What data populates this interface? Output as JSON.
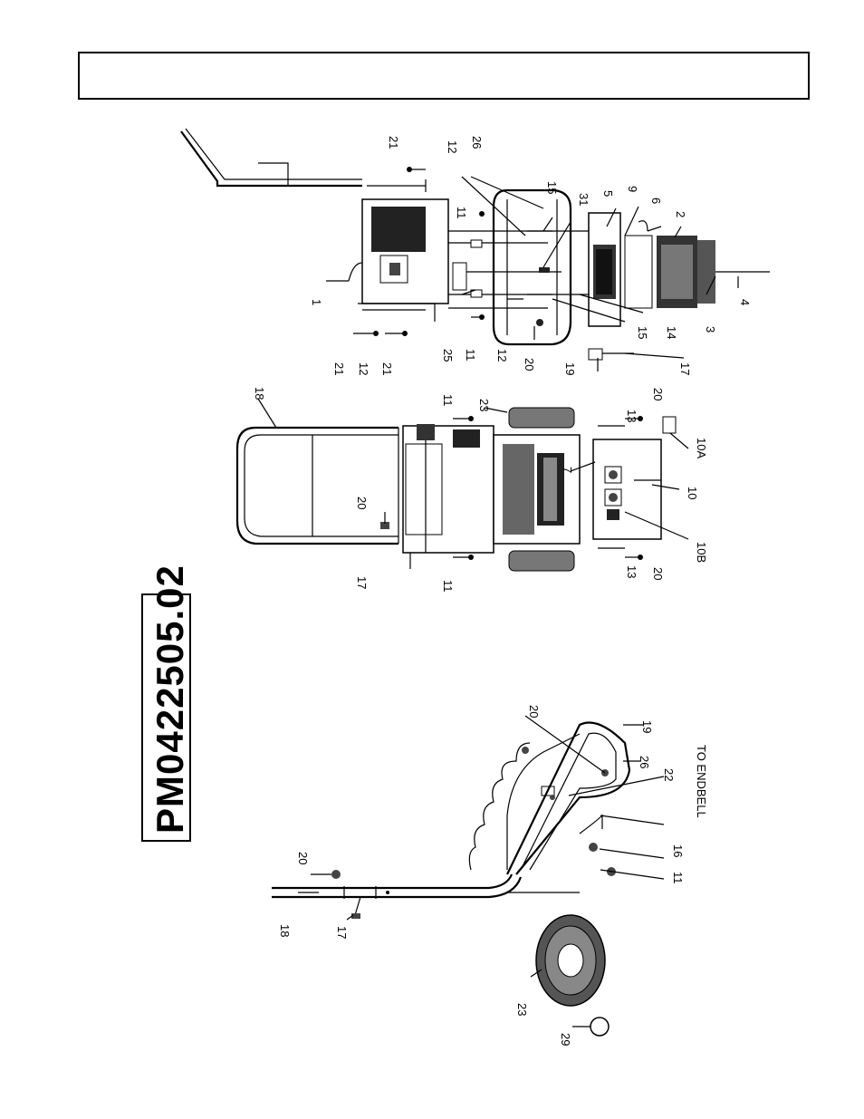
{
  "header": {
    "text": ""
  },
  "model_number": "PM0422505.02",
  "note_to_endbell": "TO ENDBELL",
  "colors": {
    "line": "#000000",
    "background": "#ffffff"
  },
  "left_view_labels": [
    "20",
    "26",
    "19",
    "22",
    "16",
    "11",
    "20",
    "18",
    "17",
    "23",
    "29"
  ],
  "middle_view_labels": [
    "18",
    "11",
    "23",
    "13",
    "20",
    "7",
    "10A",
    "10",
    "10B",
    "13",
    "20",
    "11",
    "17",
    "20"
  ],
  "right_view_labels": [
    "21",
    "12",
    "26",
    "15",
    "31",
    "5",
    "9",
    "6",
    "2",
    "11",
    "1",
    "21",
    "12",
    "21",
    "25",
    "11",
    "12",
    "20",
    "15",
    "14",
    "3",
    "4",
    "19",
    "17"
  ]
}
